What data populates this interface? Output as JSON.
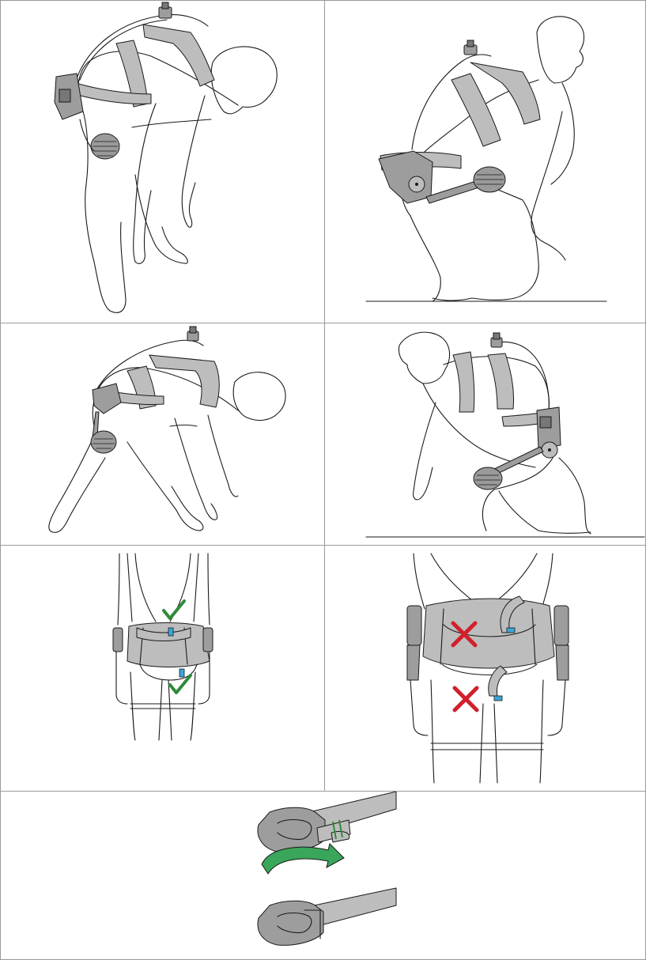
{
  "figure": {
    "panels": [
      {
        "id": "p1",
        "subject": "stooping-forward"
      },
      {
        "id": "p2",
        "subject": "squatting"
      },
      {
        "id": "p3",
        "subject": "stooping-wide-stance"
      },
      {
        "id": "p4",
        "subject": "kneeling"
      },
      {
        "id": "p5",
        "subject": "belt-correct-fit"
      },
      {
        "id": "p6",
        "subject": "belt-incorrect-fit"
      },
      {
        "id": "p7",
        "subject": "buckle-folding"
      }
    ],
    "colors": {
      "outline": "#1a1a1a",
      "strap": "#bdbdbd",
      "check": "#2e8b3a",
      "cross": "#d21f2b",
      "tab": "#3aa6d9",
      "arrow": "#3aa65a",
      "grid": "#9a9a9a"
    },
    "icons": [
      "check-icon",
      "cross-icon",
      "curved-arrow-icon"
    ]
  }
}
